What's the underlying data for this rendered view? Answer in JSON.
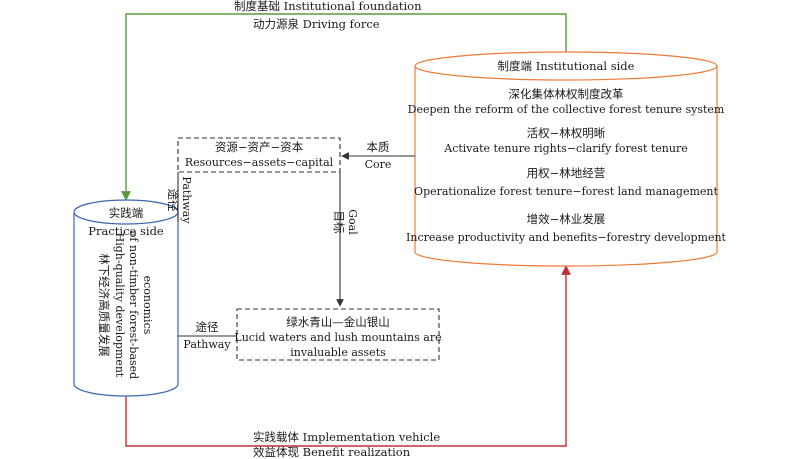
{
  "colors": {
    "green_arrow": "#5b9a3a",
    "red_arrow": "#c0303a",
    "orange_cylinder": "#f07a36",
    "blue_cylinder": "#3c67b0",
    "dashed_box": "#333333",
    "black_arrow": "#333333"
  },
  "top_link": {
    "line1": "制度基础 Institutional foundation",
    "line2": "动力源泉 Driving force"
  },
  "bottom_link": {
    "line1": "实践载体 Implementation vehicle",
    "line2": "效益体现 Benefit realization"
  },
  "institutional_side": {
    "title": "制度端 Institutional side",
    "items": [
      {
        "zh": "深化集体林权制度改革",
        "en": "Deepen the reform of the collective forest tenure system"
      },
      {
        "zh": "活权−林权明晰",
        "en": "Activate tenure rights−clarify forest tenure"
      },
      {
        "zh": "用权−林地经营",
        "en": "Operationalize forest tenure−forest land management"
      },
      {
        "zh": "增效−林业发展",
        "en": "Increase productivity and benefits−forestry development"
      }
    ]
  },
  "practice_side": {
    "title_zh": "实践端",
    "title_en": "Practice side",
    "vertical_zh": "林下经济高质量发展",
    "vertical_en1": "High-quality development",
    "vertical_en2": "of non-timber forest-based",
    "vertical_en3": "economics"
  },
  "resources_box": {
    "zh": "资源−资产−资本",
    "en": "Resources−assets−capital"
  },
  "lucid_box": {
    "zh": "绿水青山—金山银山",
    "en1": "Lucid waters and lush mountains are",
    "en2": "invaluable assets"
  },
  "core_label": {
    "zh": "本质",
    "en": "Core"
  },
  "goal_label": {
    "zh": "目标",
    "en": "Goal"
  },
  "pathway_upper": {
    "zh": "途径",
    "en": "Pathway"
  },
  "pathway_lower": {
    "zh": "途径",
    "en": "Pathway"
  }
}
